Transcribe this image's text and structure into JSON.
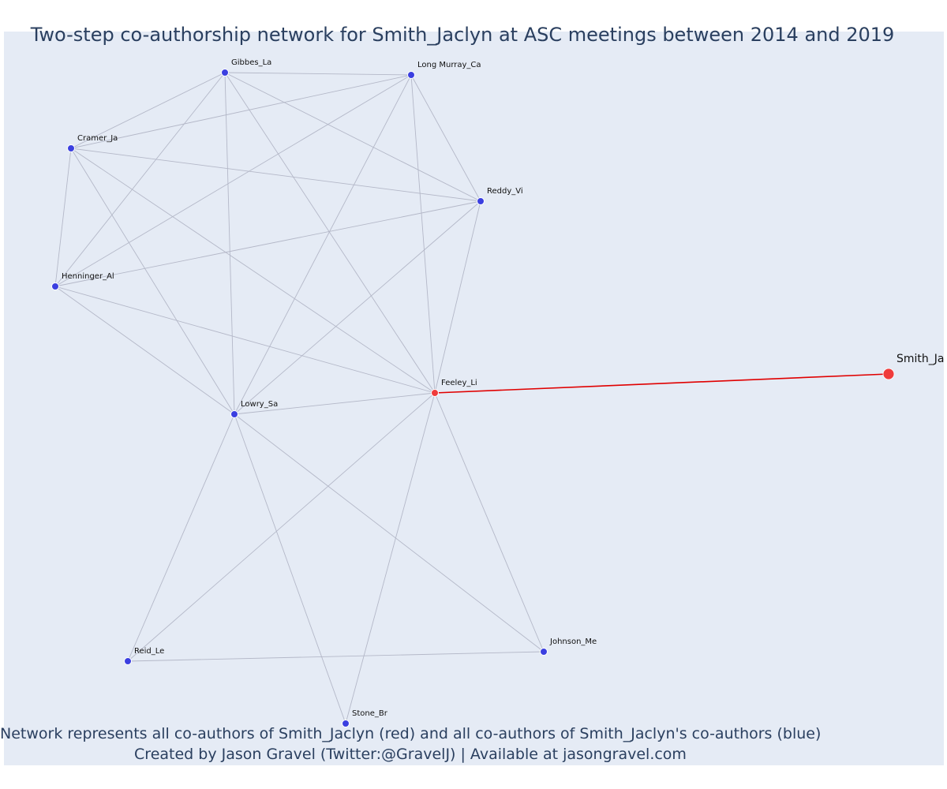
{
  "title": "Two-step co-authorship network for Smith_Jaclyn at ASC meetings between 2014 and 2019",
  "captions": {
    "line1": "Network represents all co-authors of Smith_Jaclyn (red) and all co-authors of Smith_Jaclyn's co-authors (blue)",
    "line2": "Created by Jason Gravel (Twitter:@GravelJ) | Available at jasongravel.com"
  },
  "colors": {
    "background": "#e5ebf5",
    "edge": "#b4b8c8",
    "focal_edge": "#e00000",
    "coauthor_node": "#3b3fe0",
    "focal_node": "#ef3b3b",
    "text": "#2a3f5f"
  },
  "network": {
    "focal_author": "Smith_Ja",
    "nodes": [
      {
        "id": "Smith_Ja",
        "label": "Smith_Ja",
        "group": "focal"
      },
      {
        "id": "Feeley_Li",
        "label": "Feeley_Li",
        "group": "coauthor"
      },
      {
        "id": "Gibbes_La",
        "label": "Gibbes_La",
        "group": "second"
      },
      {
        "id": "Long Murray_Ca",
        "label": "Long Murray_Ca",
        "group": "second"
      },
      {
        "id": "Cramer_Ja",
        "label": "Cramer_Ja",
        "group": "second"
      },
      {
        "id": "Reddy_Vi",
        "label": "Reddy_Vi",
        "group": "second"
      },
      {
        "id": "Henninger_Al",
        "label": "Henninger_Al",
        "group": "second"
      },
      {
        "id": "Lowry_Sa",
        "label": "Lowry_Sa",
        "group": "second"
      },
      {
        "id": "Reid_Le",
        "label": "Reid_Le",
        "group": "second"
      },
      {
        "id": "Johnson_Me",
        "label": "Johnson_Me",
        "group": "second"
      },
      {
        "id": "Stone_Br",
        "label": "Stone_Br",
        "group": "second"
      }
    ],
    "edges": [
      [
        "Smith_Ja",
        "Feeley_Li"
      ],
      [
        "Gibbes_La",
        "Long Murray_Ca"
      ],
      [
        "Gibbes_La",
        "Cramer_Ja"
      ],
      [
        "Gibbes_La",
        "Henninger_Al"
      ],
      [
        "Gibbes_La",
        "Reddy_Vi"
      ],
      [
        "Gibbes_La",
        "Lowry_Sa"
      ],
      [
        "Gibbes_La",
        "Feeley_Li"
      ],
      [
        "Long Murray_Ca",
        "Cramer_Ja"
      ],
      [
        "Long Murray_Ca",
        "Henninger_Al"
      ],
      [
        "Long Murray_Ca",
        "Reddy_Vi"
      ],
      [
        "Long Murray_Ca",
        "Lowry_Sa"
      ],
      [
        "Long Murray_Ca",
        "Feeley_Li"
      ],
      [
        "Cramer_Ja",
        "Henninger_Al"
      ],
      [
        "Cramer_Ja",
        "Reddy_Vi"
      ],
      [
        "Cramer_Ja",
        "Lowry_Sa"
      ],
      [
        "Cramer_Ja",
        "Feeley_Li"
      ],
      [
        "Reddy_Vi",
        "Henninger_Al"
      ],
      [
        "Reddy_Vi",
        "Lowry_Sa"
      ],
      [
        "Reddy_Vi",
        "Feeley_Li"
      ],
      [
        "Henninger_Al",
        "Lowry_Sa"
      ],
      [
        "Henninger_Al",
        "Feeley_Li"
      ],
      [
        "Lowry_Sa",
        "Feeley_Li"
      ],
      [
        "Lowry_Sa",
        "Reid_Le"
      ],
      [
        "Lowry_Sa",
        "Stone_Br"
      ],
      [
        "Lowry_Sa",
        "Johnson_Me"
      ],
      [
        "Feeley_Li",
        "Reid_Le"
      ],
      [
        "Feeley_Li",
        "Stone_Br"
      ],
      [
        "Feeley_Li",
        "Johnson_Me"
      ],
      [
        "Reid_Le",
        "Johnson_Me"
      ]
    ]
  }
}
